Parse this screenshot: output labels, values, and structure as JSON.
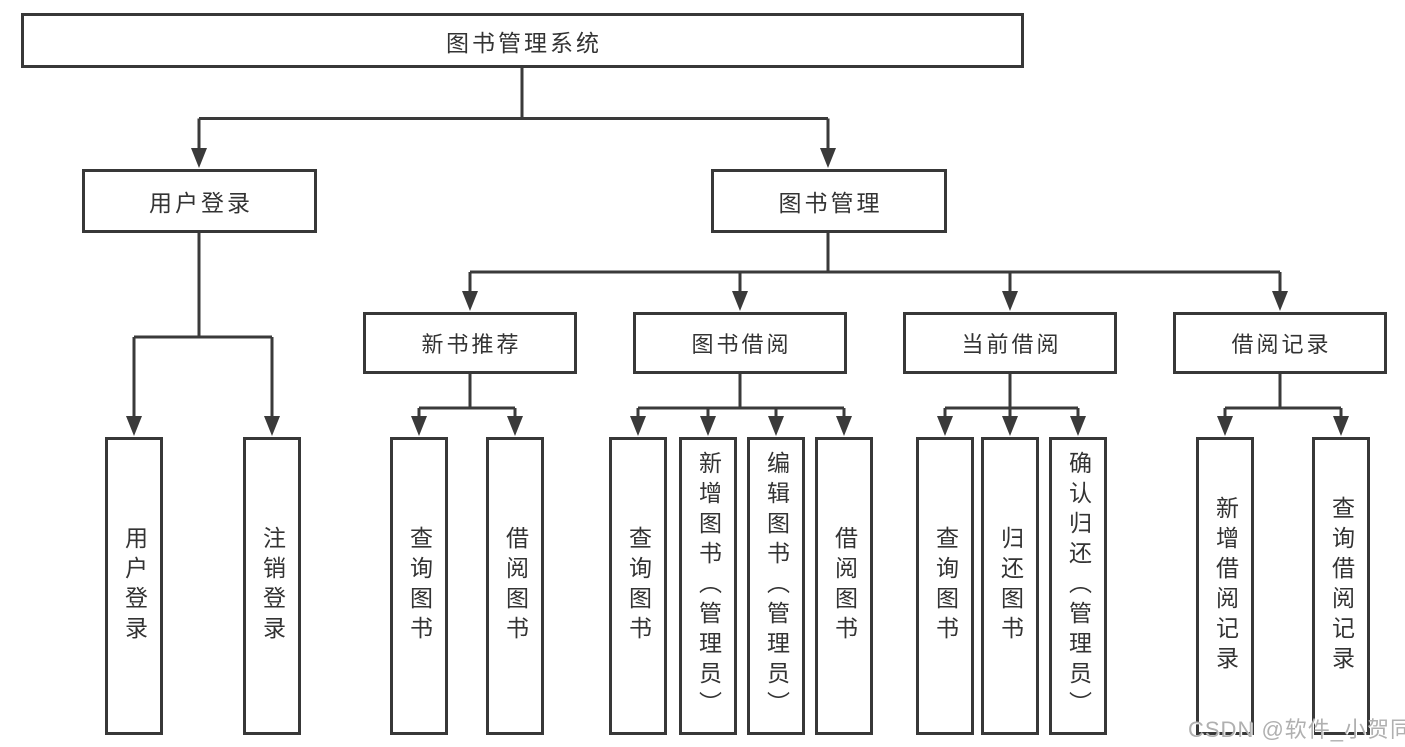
{
  "tree": {
    "root": {
      "label": "图书管理系统"
    },
    "branches": [
      {
        "label": "用户登录",
        "children": [
          {
            "label": "用户登录"
          },
          {
            "label": "注销登录"
          }
        ]
      },
      {
        "label": "图书管理",
        "children": [
          {
            "label": "新书推荐",
            "children": [
              {
                "label": "查询图书"
              },
              {
                "label": "借阅图书"
              }
            ]
          },
          {
            "label": "图书借阅",
            "children": [
              {
                "label": "查询图书"
              },
              {
                "label": "新增图书（管理员）"
              },
              {
                "label": "编辑图书（管理员）"
              },
              {
                "label": "借阅图书"
              }
            ]
          },
          {
            "label": "当前借阅",
            "children": [
              {
                "label": "查询图书"
              },
              {
                "label": "归还图书"
              },
              {
                "label": "确认归还（管理员）"
              }
            ]
          },
          {
            "label": "借阅记录",
            "children": [
              {
                "label": "新增借阅记录"
              },
              {
                "label": "查询借阅记录"
              }
            ]
          }
        ]
      }
    ]
  },
  "watermark": "CSDN @软件_小贺同学",
  "colors": {
    "line": "#3a3a3a",
    "box_border": "#383838",
    "text": "#333333",
    "watermark": "#b0b0b0",
    "background": "#ffffff"
  }
}
